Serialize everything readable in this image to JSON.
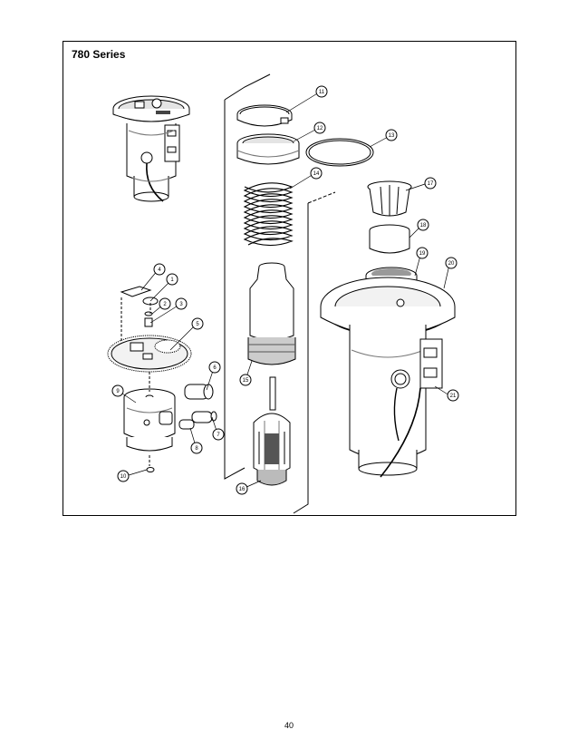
{
  "diagram": {
    "title": "780 Series",
    "callouts": [
      "1",
      "2",
      "3",
      "4",
      "5",
      "6",
      "7",
      "8",
      "9",
      "10",
      "11",
      "12",
      "13",
      "14",
      "15",
      "16",
      "17",
      "18",
      "19",
      "20",
      "21"
    ]
  },
  "page": {
    "number": "40"
  }
}
